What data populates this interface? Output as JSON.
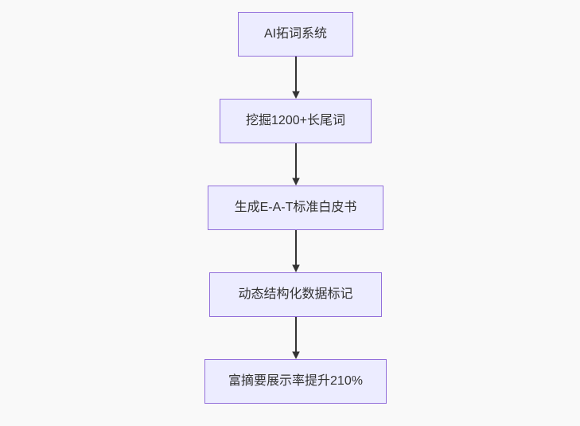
{
  "diagram": {
    "type": "flowchart-top-down",
    "colors": {
      "background": "#f9f9f9",
      "node_fill": "#ECECFF",
      "node_border": "#9370DB",
      "arrow": "#333333",
      "text": "#333333"
    },
    "nodes": [
      {
        "label": "AI拓词系统"
      },
      {
        "label": "挖掘1200+长尾词"
      },
      {
        "label": "生成E-A-T标准白皮书"
      },
      {
        "label": "动态结构化数据标记"
      },
      {
        "label": "富摘要展示率提升210%"
      }
    ],
    "edges": [
      {
        "from": 0,
        "to": 1
      },
      {
        "from": 1,
        "to": 2
      },
      {
        "from": 2,
        "to": 3
      },
      {
        "from": 3,
        "to": 4
      }
    ]
  }
}
